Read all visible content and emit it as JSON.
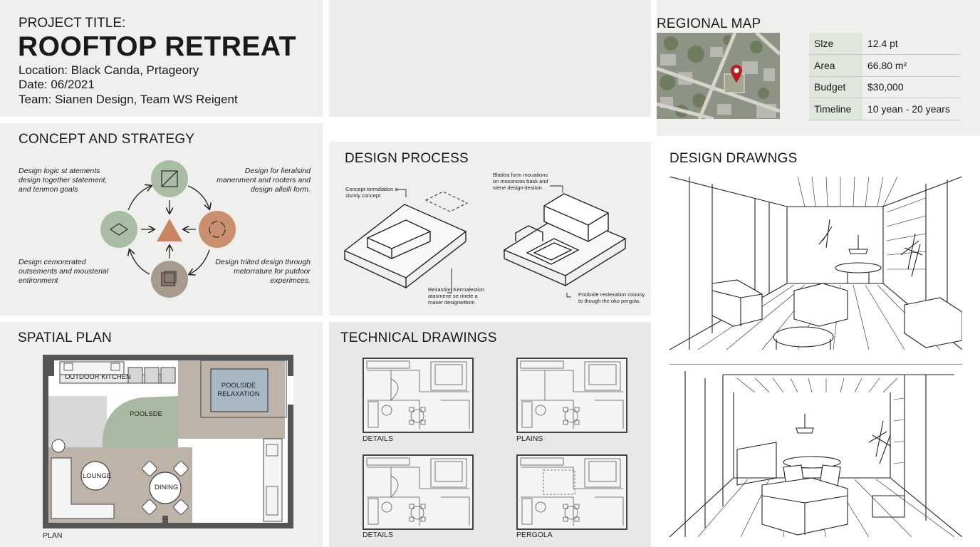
{
  "header": {
    "label": "PROJECT TITLE:",
    "title": "ROOFTOP RETREAT",
    "location": "Location: Black Canda, Prtageory",
    "date": "Date: 06/2021",
    "team": "Team: Sianen Design, Team WS Reigent"
  },
  "regional_map": {
    "heading": "REGIONAL MAP",
    "pin_icon": "map-pin-icon",
    "specs": [
      {
        "key": "Slze",
        "value": "12.4 pt"
      },
      {
        "key": "Area",
        "value": "66.80 m²"
      },
      {
        "key": "Budget",
        "value": "$30,000"
      },
      {
        "key": "Timeline",
        "value": "10 yean - 20 years"
      }
    ]
  },
  "concept": {
    "heading": "CONCEPT AND STRATEGY",
    "notes": {
      "top_left": "Design logic st atements design together statement, and tenmon goals",
      "top_right": "Design for lieralsind manenment and rooters and design alleili form.",
      "bottom_left": "Design cemorerated outsements and mousterial entironment",
      "bottom_right": "Design triited design through metorrature for putdoor experimces."
    },
    "colors": {
      "green": "#a9bca4",
      "terracotta": "#c98f6e",
      "taupe": "#a99a8e",
      "center": "#c98563"
    }
  },
  "design_process": {
    "heading": "DESIGN PROCESS",
    "notes": {
      "concept": "Concept tormdiation a sismly concept",
      "form": "Blatitra form mouations on mosonoos bask and stene design-itestion",
      "relaxation_left": "Rexastion Kermalestion atasmene se rinele a maser designeittom",
      "relaxation_right": "Poolside reslexation cooooy to though the oko pergola."
    }
  },
  "design_drawings": {
    "heading": "DESIGN DRAWNGS"
  },
  "spatial_plan": {
    "heading": "SPATIAL PLAN",
    "rooms": {
      "kitchen": "OUTDOOR KITCHEN",
      "poolside": "POOLSDE",
      "relaxation": "POOLSIDE RELAXATION",
      "lounge": "LOUNGE",
      "dining": "DINING"
    },
    "caption": "PLAN",
    "colors": {
      "green": "#a9b8a0",
      "taupe": "#beb3a9",
      "gray": "#d8d8d8",
      "pool": "#a7b8c4"
    }
  },
  "technical_drawings": {
    "heading": "TECHNICAL DRAWINGS",
    "captions": [
      "DETAILS",
      "PLAINS",
      "DETAILS",
      "PERGOLA"
    ]
  }
}
